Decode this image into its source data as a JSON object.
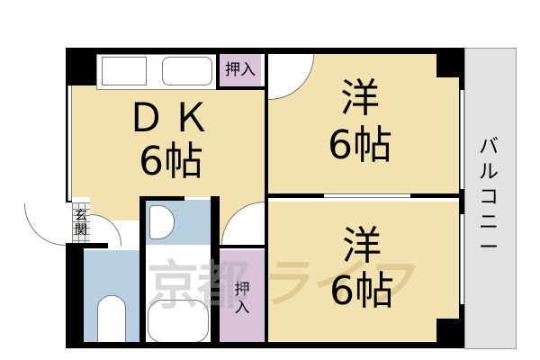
{
  "plan": {
    "rooms": [
      {
        "id": "dk",
        "name": "ＤＫ",
        "size": "6帖"
      },
      {
        "id": "western1",
        "name": "洋",
        "size": "6帖"
      },
      {
        "id": "western2",
        "name": "洋",
        "size": "6帖"
      }
    ],
    "closets": [
      {
        "id": "closet-top",
        "label": "押入"
      },
      {
        "id": "closet-bottom",
        "label_line1": "押",
        "label_line2": "入"
      }
    ],
    "entrance": {
      "line1": "玄",
      "line2": "関"
    },
    "balcony": {
      "label": "バルコニー",
      "chars": [
        "バ",
        "ル",
        "コ",
        "ニ",
        "ー"
      ]
    },
    "watermark": {
      "part1": "京都",
      "part2": "ライフ"
    },
    "colors": {
      "floor": "#f2e2b0",
      "wet_area": "#b6d0e0",
      "closet": "#d8c3d8",
      "balcony": "#e0e3df",
      "wall": "#000000"
    }
  }
}
